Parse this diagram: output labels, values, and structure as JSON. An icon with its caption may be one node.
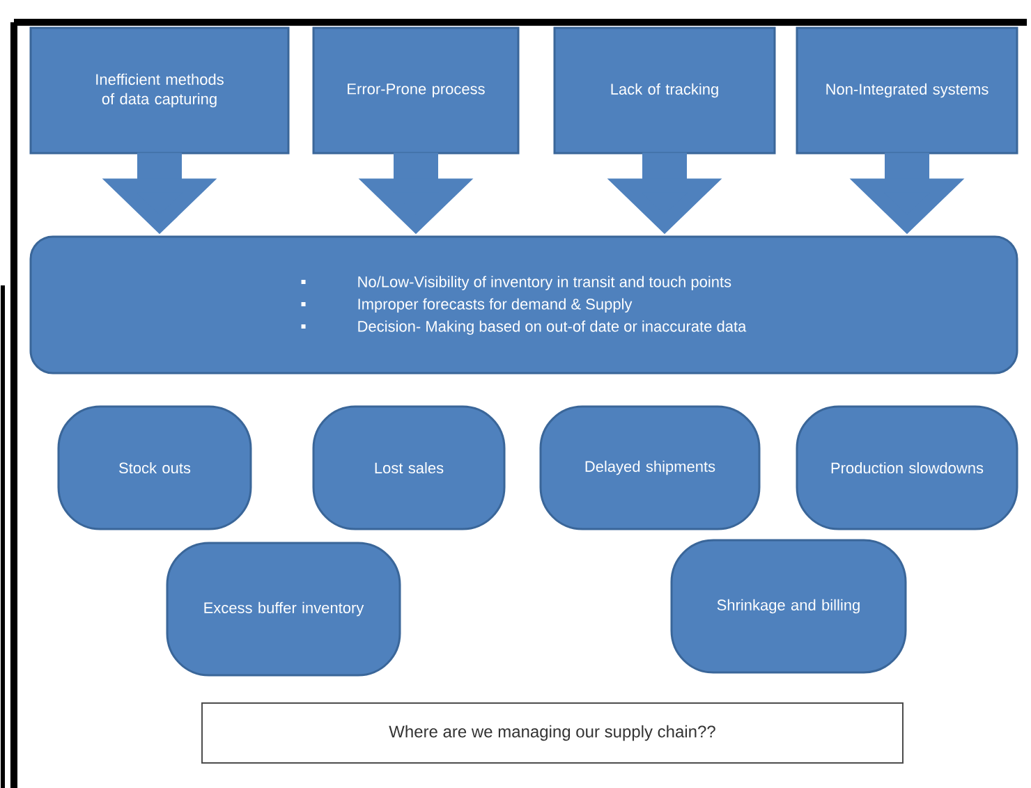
{
  "diagram": {
    "nodes": [
      {
        "text": [
          "Inefficient methods of data capturing"
        ]
      },
      {
        "text": [
          "Error-Prone process"
        ]
      },
      {
        "text": [
          "Lack of tracking"
        ]
      },
      {
        "text": [
          "Non-Integrated systems"
        ]
      },
      {
        "text": [
          "No/Low-Visibility of inventory in transit and touch points",
          "Improper forecasts for demand & Supply",
          "Decision- Making based on out-of date or inaccurate data"
        ]
      },
      {
        "text": [
          "Stock outs"
        ]
      },
      {
        "text": [
          "Lost sales"
        ]
      },
      {
        "text": [
          "Delayed shipments"
        ]
      },
      {
        "text": [
          "Production slowdowns"
        ]
      },
      {
        "text": [
          "Excess buffer inventory"
        ]
      },
      {
        "text": [
          "Shrinkage and billing"
        ]
      },
      {
        "text": [
          "Where are we managing our supply chain??"
        ]
      }
    ],
    "edges": [
      {
        "from": 0,
        "to": 4,
        "arrow": "to"
      },
      {
        "from": 1,
        "to": 4,
        "arrow": "to"
      },
      {
        "from": 2,
        "to": 4,
        "arrow": "to"
      },
      {
        "from": 3,
        "to": 4,
        "arrow": "to"
      }
    ]
  }
}
